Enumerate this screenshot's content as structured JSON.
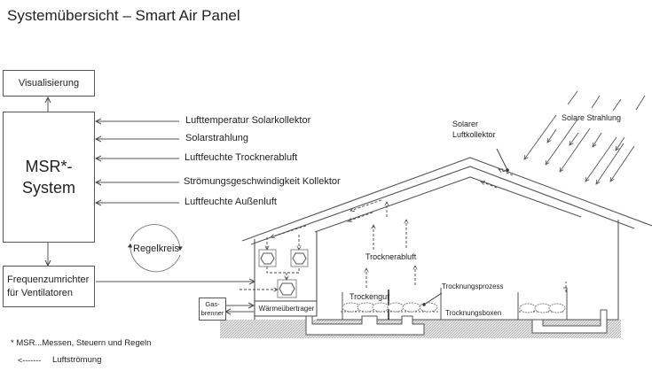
{
  "title": "Systemübersicht – Smart Air Panel",
  "control": {
    "visualization": "Visualisierung",
    "msr_line1": "MSR*-",
    "msr_line2": "System",
    "fc_line1": "Frequenzumrichter",
    "fc_line2": "für Ventilatoren",
    "loop": "Regelkreis"
  },
  "sensor_inputs": [
    {
      "label": "Lufttemperatur  Solarkollektor"
    },
    {
      "label": "Solarstrahlung"
    },
    {
      "label": "Luftfeuchte  Trocknerabluft"
    },
    {
      "label": "Strömungsgeschwindigkeit  Kollektor"
    },
    {
      "label": "Luftfeuchte  Außenluft"
    }
  ],
  "building": {
    "collector_line1": "Solarer",
    "collector_line2": "Luftkollektor",
    "solar_radiation": "Solare Strahlung",
    "exhaust": "Trocknerabluft",
    "drying_good": "Trockengut",
    "drying_process": "Trocknungsprozess",
    "drying_boxes": "Trocknungsboxen",
    "heat_exchanger": "Wärmeübertrager",
    "gas_line1": "Gas-",
    "gas_line2": "brenner"
  },
  "footnotes": {
    "msr": "* MSR...Messen, Steuern und Regeln",
    "airflow_symbol": "<-------",
    "airflow": "Luftströmung"
  }
}
